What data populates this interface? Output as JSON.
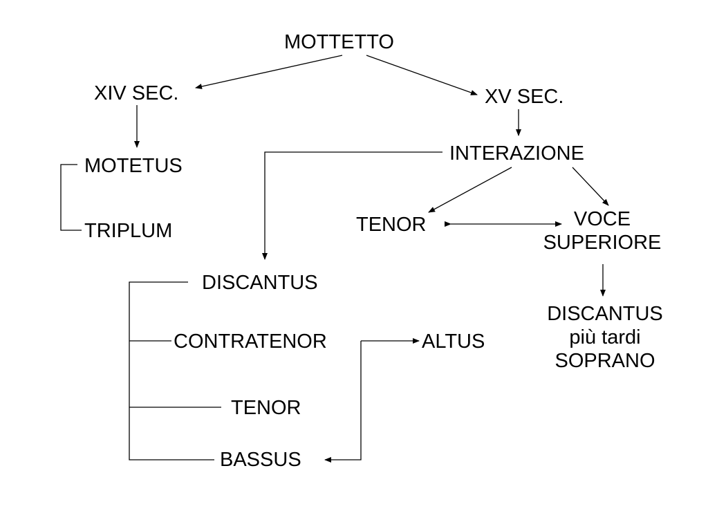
{
  "nodes": {
    "mottetto": "MOTTETTO",
    "xiv_sec": "XIV SEC.",
    "xv_sec": "XV SEC.",
    "motetus": "MOTETUS",
    "triplum": "TRIPLUM",
    "interazione": "INTERAZIONE",
    "tenor_top": "TENOR",
    "voce_superiore": [
      "VOCE",
      "SUPERIORE"
    ],
    "discantus_top": [
      "DISCANTUS",
      "più tardi",
      "SOPRANO"
    ],
    "discantus": "DISCANTUS",
    "contratenor": "CONTRATENOR",
    "altus": "ALTUS",
    "tenor": "TENOR",
    "bassus": "BASSUS"
  }
}
